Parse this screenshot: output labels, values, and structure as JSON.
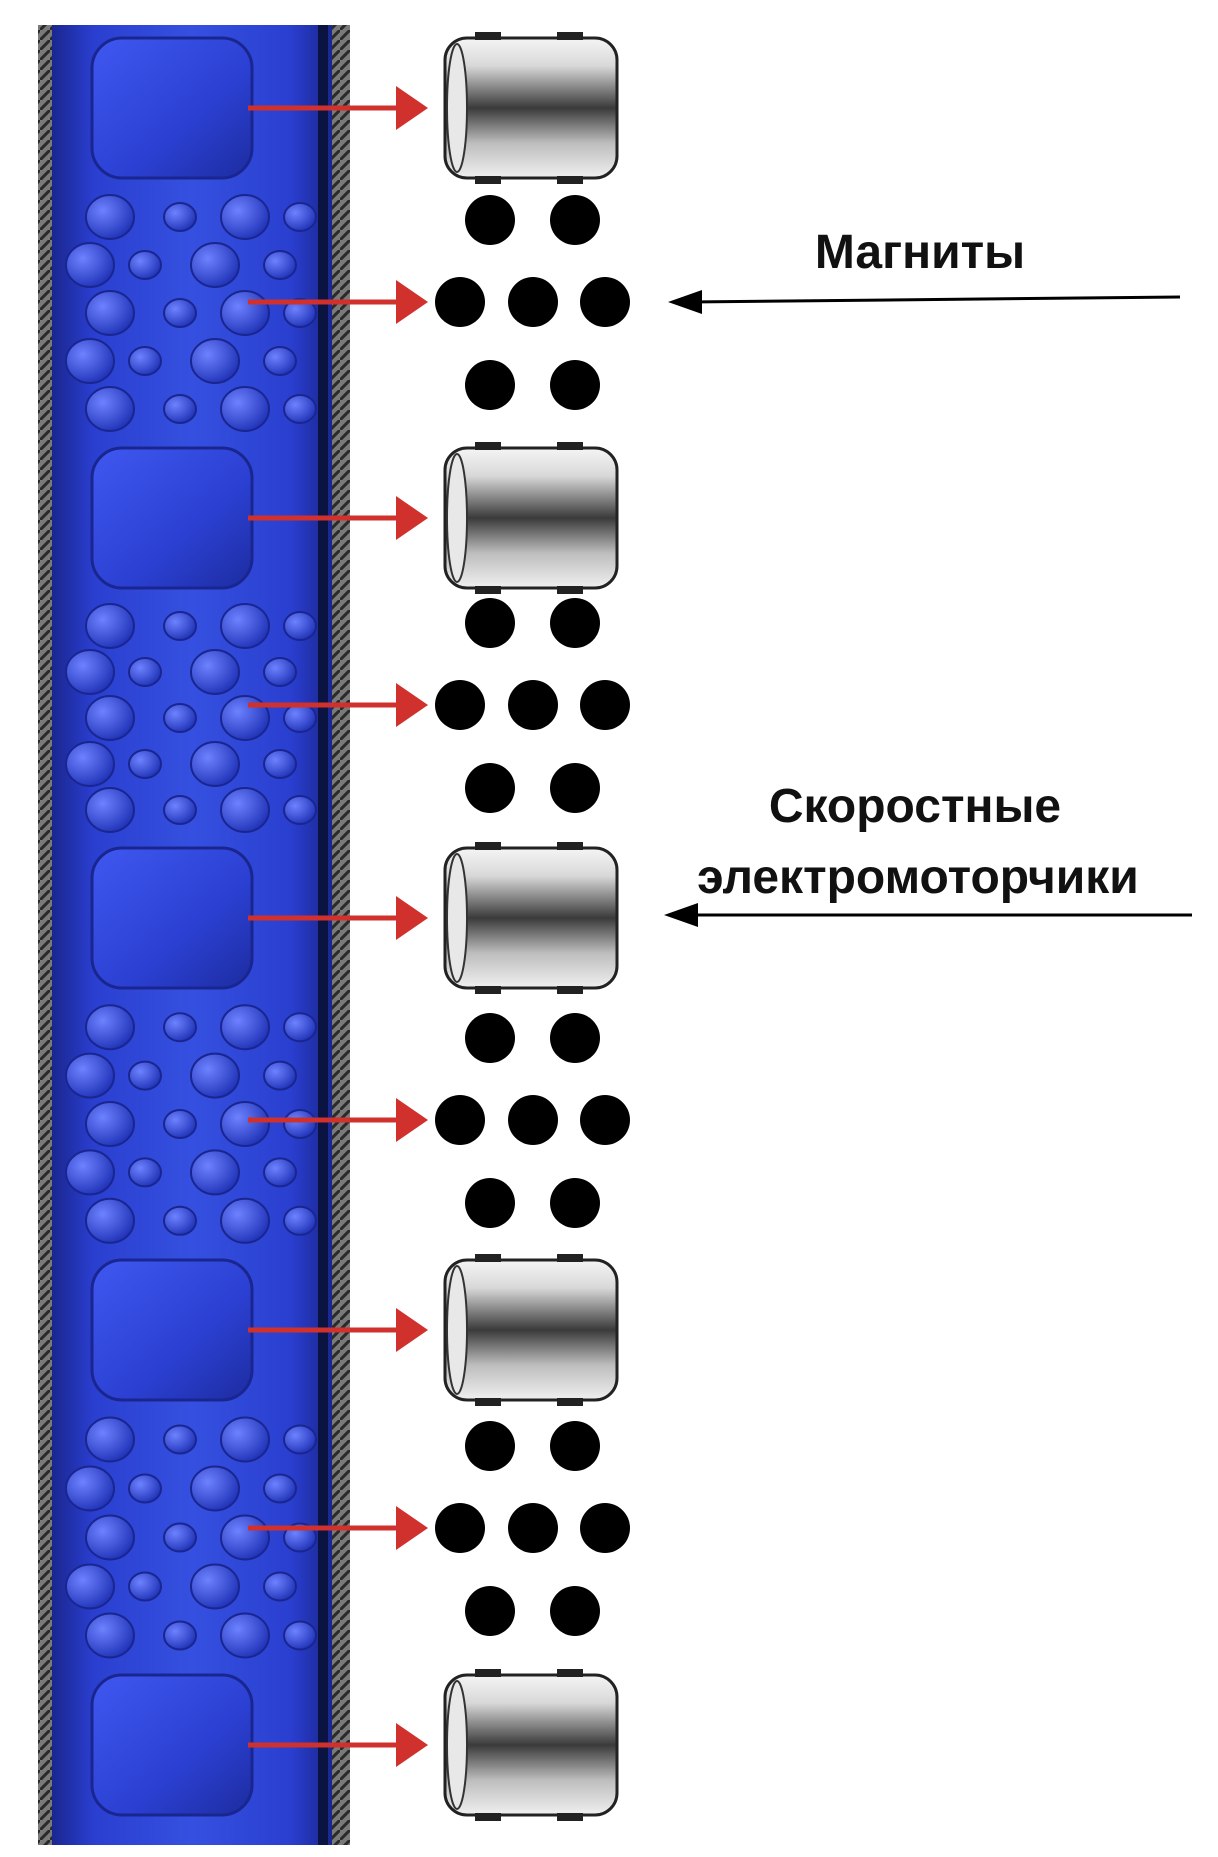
{
  "labels": {
    "magnets": "Магниты",
    "motors_line1": "Скоростные",
    "motors_line2": "электромоторчики"
  },
  "colors": {
    "belt": "#2a3fd0",
    "belt_light": "#4a62f0",
    "belt_dark": "#1a2690",
    "arrow_red": "#d0312d",
    "pointer": "#000000",
    "magnet": "#000000",
    "motor_light": "#f2f2f2",
    "motor_dark": "#4a4a4a"
  },
  "icons": {
    "motor": "cylinder-motor-icon",
    "magnet": "magnet-dot-icon",
    "belt": "massage-belt"
  },
  "sequence": [
    "motor",
    "magnets",
    "motor",
    "magnets",
    "motor",
    "magnets",
    "motor",
    "magnets",
    "motor"
  ]
}
